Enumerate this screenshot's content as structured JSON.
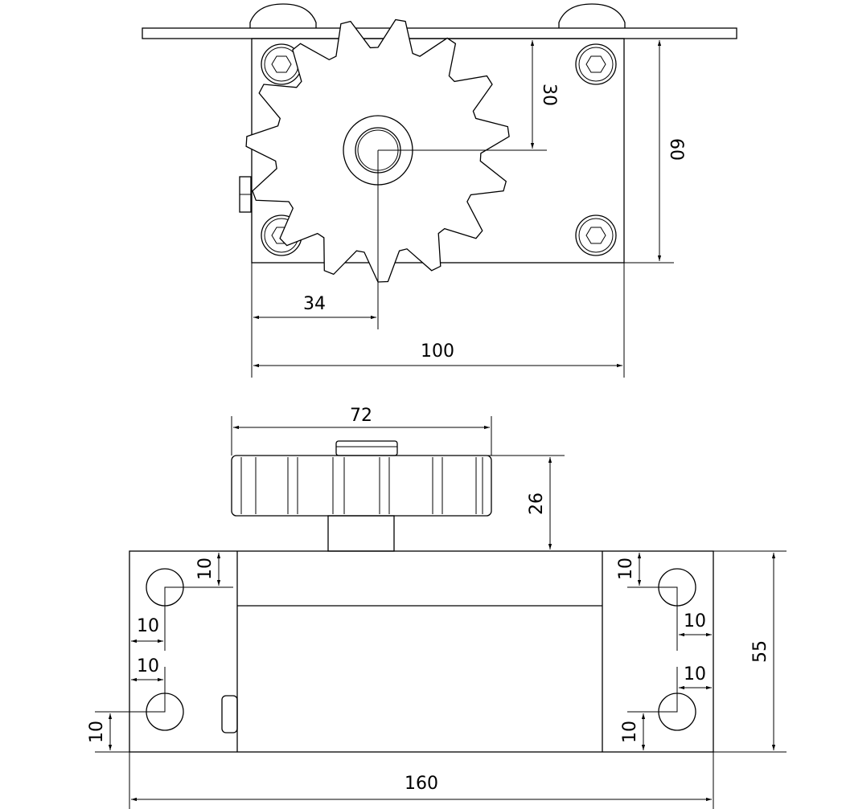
{
  "drawing": {
    "top_view": {
      "dim_gear_center_offset_v": "30",
      "dim_body_height": "60",
      "dim_gear_center_offset_h": "34",
      "dim_body_width": "100"
    },
    "front_view": {
      "dim_gear_diameter": "72",
      "dim_gear_height": "26",
      "dim_hole_tl_v": "10",
      "dim_hole_tl_h": "10",
      "dim_hole_bl_h": "10",
      "dim_hole_bl_v": "10",
      "dim_hole_tr_v": "10",
      "dim_hole_tr_h": "10",
      "dim_hole_br_h": "10",
      "dim_hole_br_v": "10",
      "dim_base_height": "55",
      "dim_base_width": "160"
    },
    "gear_teeth": 15
  }
}
